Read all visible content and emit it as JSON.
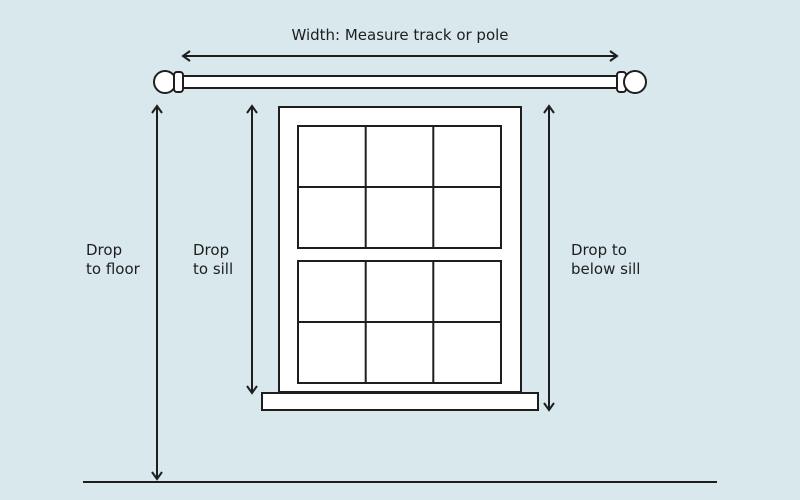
{
  "colors": {
    "background": "#d8e8ec",
    "line": "#1e1e1e",
    "fill": "#ffffff",
    "text": "#1e1e1e"
  },
  "labels": {
    "width": "Width: Measure track or pole",
    "drop_to_floor": [
      "Drop",
      "to floor"
    ],
    "drop_to_sill": [
      "Drop",
      "to sill"
    ],
    "drop_to_below_sill": [
      "Drop to",
      "below sill"
    ]
  }
}
